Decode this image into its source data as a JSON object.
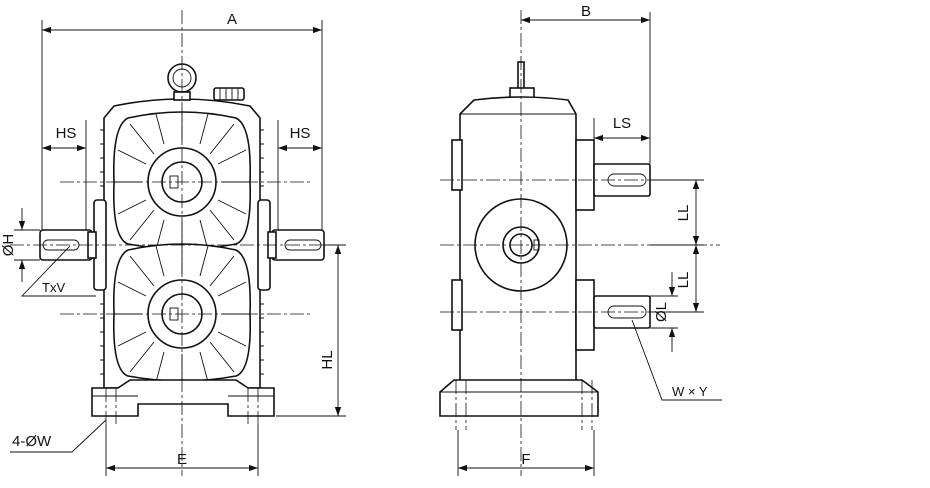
{
  "labels": {
    "A": "A",
    "B": "B",
    "HS_left": "HS",
    "HS_right": "HS",
    "LS": "LS",
    "LL_upper": "LL",
    "LL_lower": "LL",
    "phiH": "ØH",
    "phiL": "ØL",
    "TxV": "TxV",
    "HL": "HL",
    "holes": "4-ØW",
    "E": "E",
    "F": "F",
    "WxY": "W × Y"
  }
}
